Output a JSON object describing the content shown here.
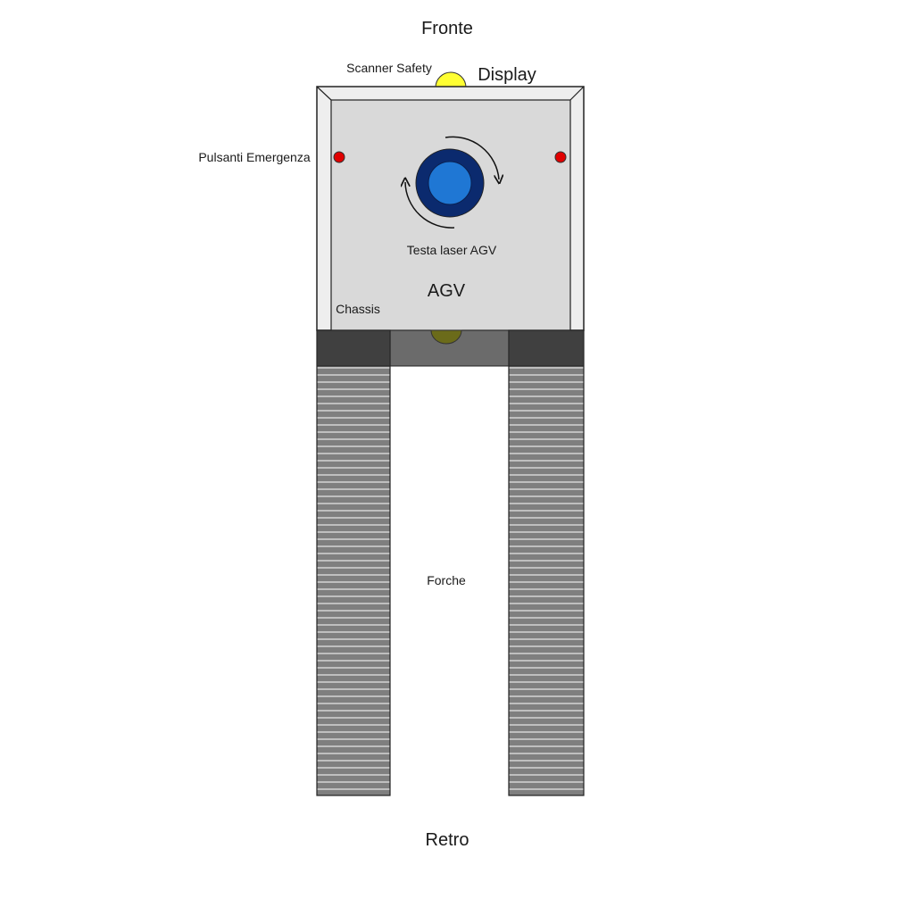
{
  "labels": {
    "front": "Fronte",
    "back": "Retro",
    "scanner": "Scanner Safety",
    "display": "Display",
    "emergency": "Pulsanti Emergenza",
    "laser": "Testa laser AGV",
    "agv": "AGV",
    "chassis": "Chassis",
    "forks": "Forche"
  },
  "colors": {
    "chassis_frame": "#eeeeee",
    "chassis_panel": "#d9d9d9",
    "fork_body": "#7f7f7f",
    "fork_stripe": "#bfbfbf",
    "fork_base": "#404040",
    "crossbar": "#6b6b6b",
    "scanner": "#ffff33",
    "rear_scanner": "#6b6b1a",
    "display": "#5b9bd5",
    "emergency_button": "#e00000",
    "laser_outer": "#0b2a6e",
    "laser_inner": "#1f77d4"
  },
  "icons": {
    "rotation": "rotation-arrows-icon"
  }
}
